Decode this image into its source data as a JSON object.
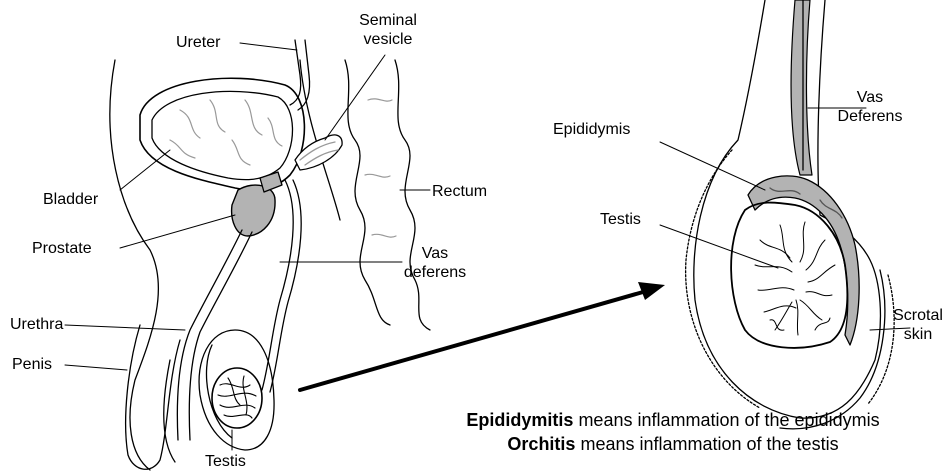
{
  "colors": {
    "outline": "#000000",
    "organ_fill": "#b3b3b3",
    "light_fill": "#ffffff",
    "detail": "#999999"
  },
  "labels": {
    "ureter": "Ureter",
    "seminal_vesicle_line1": "Seminal",
    "seminal_vesicle_line2": "vesicle",
    "bladder": "Bladder",
    "rectum": "Rectum",
    "prostate": "Prostate",
    "vas_deferens_line1": "Vas",
    "vas_deferens_line2": "deferens",
    "urethra": "Urethra",
    "penis": "Penis",
    "testis_left": "Testis",
    "epididymis": "Epididymis",
    "vas_deferens_right_line1": "Vas",
    "vas_deferens_right_line2": "Deferens",
    "testis_right": "Testis",
    "scrotal_skin_line1": "Scrotal",
    "scrotal_skin_line2": "skin"
  },
  "captions": {
    "line1_term": "Epididymitis",
    "line1_rest": " means inflammation of the epididymis",
    "line2_term": "Orchitis",
    "line2_rest": " means inflammation of the testis"
  }
}
